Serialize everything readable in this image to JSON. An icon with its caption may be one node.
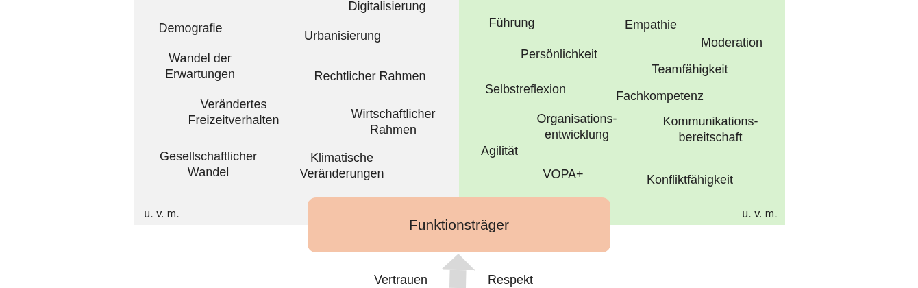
{
  "diagram": {
    "nodes": [
      {
        "text": [
          "Digitalisierung",
          "Demografie",
          "Urbanisierung",
          "Wandel der Erwartungen",
          "Rechtlicher Rahmen",
          "Verändertes Freizeitverhalten",
          "Wirtschaftlicher Rahmen",
          "Gesellschaftlicher Wandel",
          "Klimatische Veränderungen",
          "u. v. m."
        ]
      },
      {
        "text": [
          "Führung",
          "Empathie",
          "Moderation",
          "Persönlichkeit",
          "Teamfähigkeit",
          "Selbstreflexion",
          "Fachkompetenz",
          "Organisations- entwicklung",
          "Kommunikations- bereitschaft",
          "Agilität",
          "VOPA+",
          "Konfliktfähigkeit",
          "u. v. m."
        ]
      },
      {
        "text": [
          "Funktionsträger"
        ]
      }
    ],
    "edges": [
      {
        "from": null,
        "to": 2,
        "arrow": "to"
      }
    ],
    "labels": [
      "Vertrauen",
      "Respekt"
    ]
  }
}
